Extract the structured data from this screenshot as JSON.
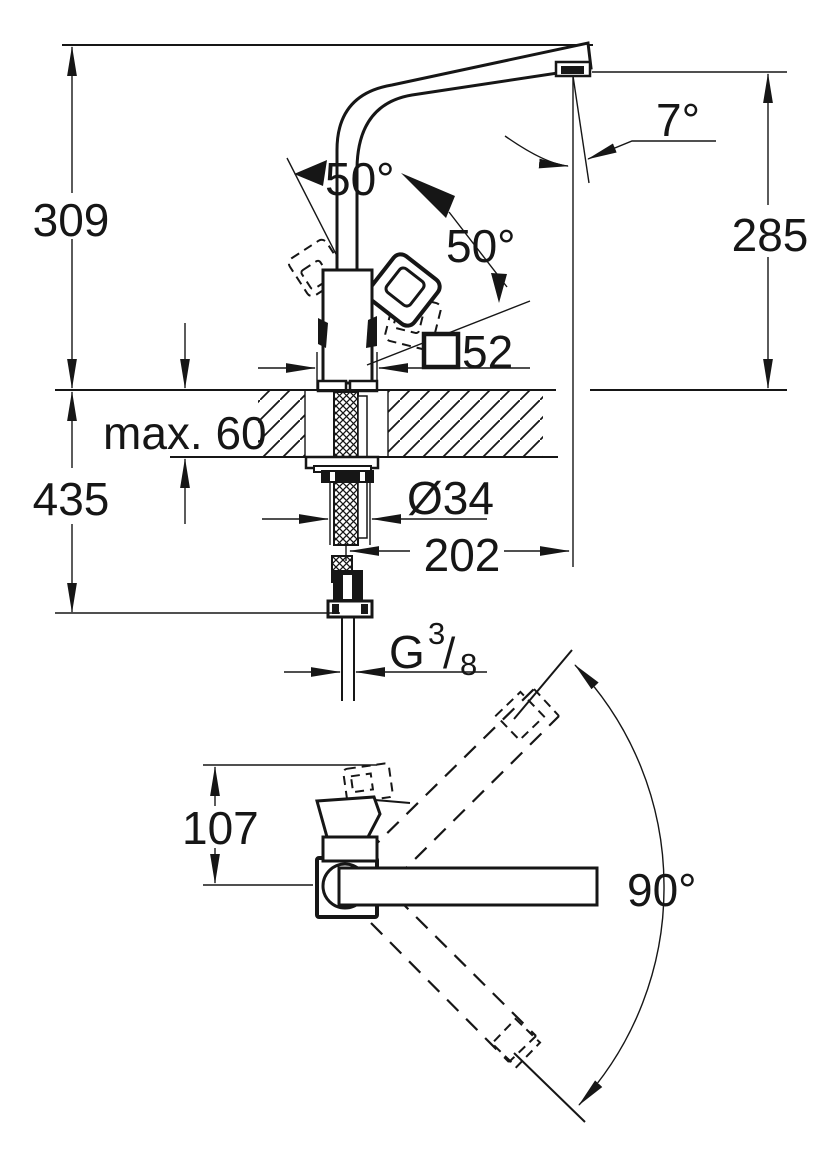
{
  "drawing": {
    "title": "single-lever-kitchen-faucet-dimension-drawing",
    "background": "#ffffff",
    "ink": "#161616",
    "side_view": {
      "dim_height_above_counter": "309",
      "dim_spout_outlet_height": "285",
      "angle_spout_incline": "7°",
      "angle_handle_back": "50°",
      "angle_handle_front": "50°",
      "square_symbol": "□",
      "dim_body_square": "52",
      "dim_counter_thickness": "max. 60",
      "dim_below_counter": "435",
      "dim_hole_diameter": "Ø34",
      "dim_spout_reach": "202",
      "thread": {
        "g": "G",
        "num": "3",
        "slash": "/",
        "den": "8"
      }
    },
    "top_view": {
      "dim_handle_reach": "107",
      "angle_swivel_range": "90°"
    }
  }
}
